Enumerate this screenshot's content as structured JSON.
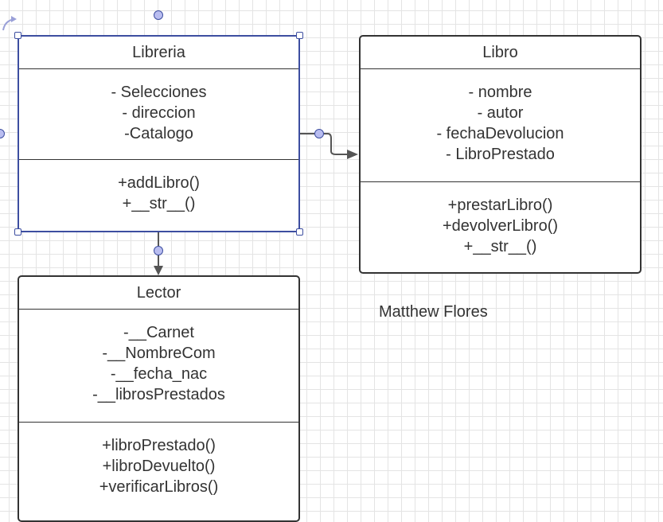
{
  "classes": {
    "libreria": {
      "name": "Libreria",
      "attributes": [
        "- Selecciones",
        "- direccion",
        "-Catalogo"
      ],
      "methods": [
        "+addLibro()",
        "+__str__()"
      ]
    },
    "libro": {
      "name": "Libro",
      "attributes": [
        "- nombre",
        "- autor",
        "- fechaDevolucion",
        "- LibroPrestado"
      ],
      "methods": [
        "+prestarLibro()",
        "+devolverLibro()",
        "+__str__()"
      ]
    },
    "lector": {
      "name": "Lector",
      "attributes": [
        "-__Carnet",
        "-__NombreCom",
        "-__fecha_nac",
        "-__librosPrestados"
      ],
      "methods": [
        "+libroPrestado()",
        "+libroDevuelto()",
        "+verificarLibros()"
      ]
    }
  },
  "note": "Matthew Flores",
  "colors": {
    "selection": "#3d4ea0",
    "stroke": "#333333",
    "connector_dot": "#b9bdf0"
  }
}
